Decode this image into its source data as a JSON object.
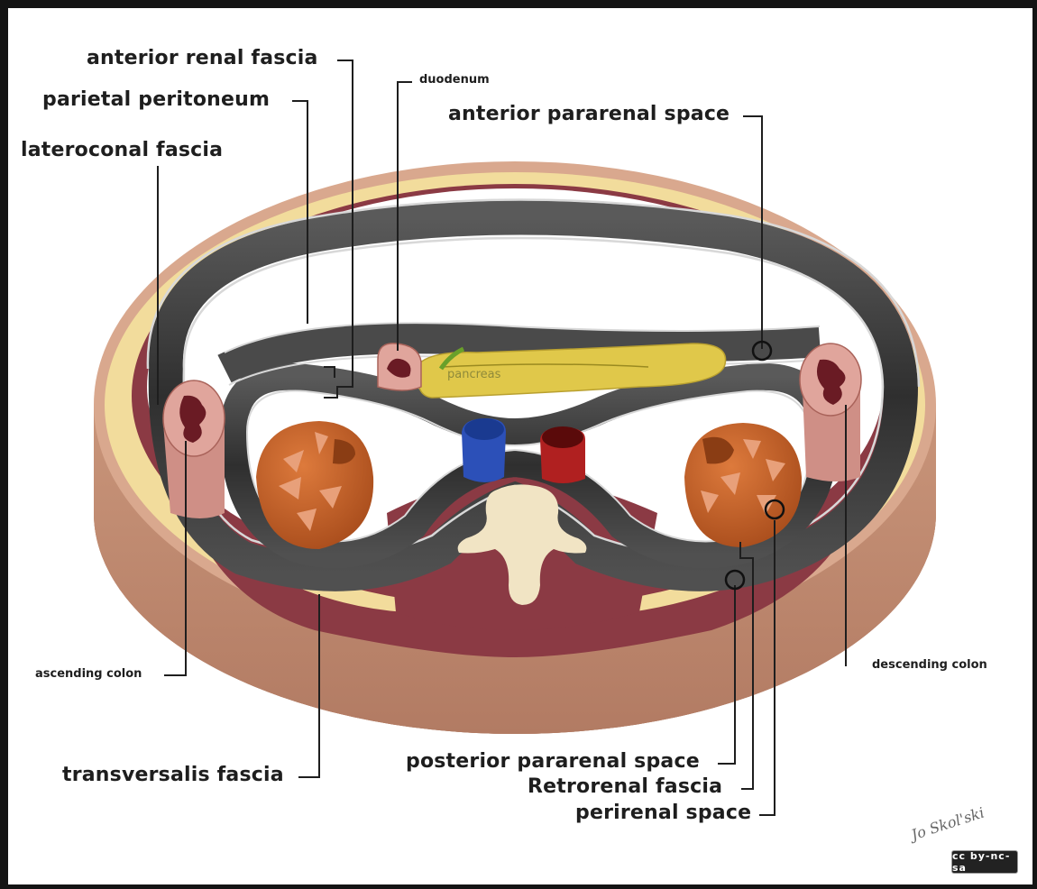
{
  "labels": {
    "anterior_renal_fascia": "anterior renal fascia",
    "parietal_peritoneum": "parietal peritoneum",
    "lateroconal_fascia": "lateroconal fascia",
    "duodenum": "duodenum",
    "anterior_pararenal_space": "anterior pararenal space",
    "pancreas": "pancreas",
    "ascending_colon": "ascending colon",
    "descending_colon": "descending colon",
    "transversalis_fascia": "transversalis fascia",
    "posterior_pararenal_space": "posterior pararenal space",
    "retrorenal_fascia": "Retrorenal fascia",
    "perirenal_space": "perirenal space"
  },
  "signature": "Jo Skol'ski",
  "license_badge": "cc by-nc-sa",
  "colors": {
    "outer_skin": "#d9a88e",
    "fat": "#f2dc9c",
    "muscle": "#8b3a44",
    "fascia_band": "#3c3c3c",
    "fascia_line": "#d8d8d8",
    "kidney": "#c8652a",
    "kidney_light": "#e8a07a",
    "vein": "#2c50b8",
    "artery": "#b02020",
    "vertebra": "#f1e4c4",
    "colon": "#e0a59c",
    "colon_lumen": "#6a1b24",
    "pancreas": "#e0c84a"
  }
}
